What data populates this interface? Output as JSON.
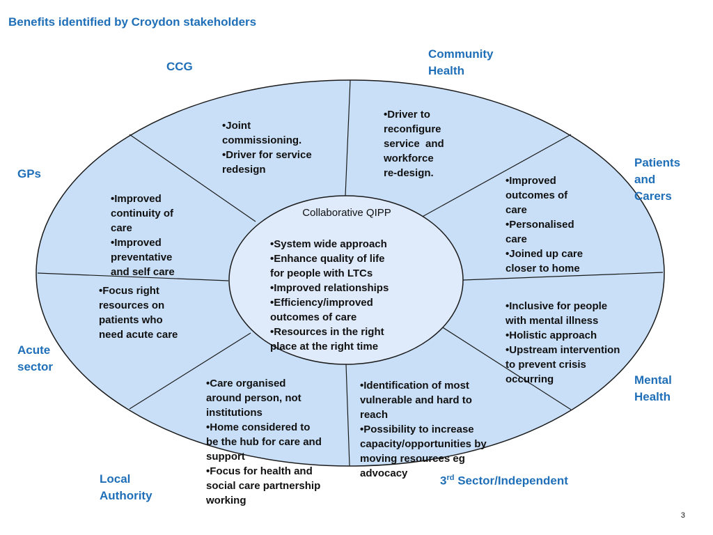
{
  "title": "Benefits identified by Croydon stakeholders",
  "stakeholders": {
    "ccg": "CCG",
    "community_health": "Community\nHealth",
    "patients_carers": "Patients\nand\nCarers",
    "gps": "GPs",
    "acute": "Acute\nsector",
    "mental_health": "Mental\nHealth",
    "local_authority": "Local\nAuthority",
    "third_sector_num": "3",
    "third_sector_sup": "rd",
    "third_sector_rest": " Sector/Independent"
  },
  "center": {
    "title": "Collaborative QIPP",
    "bullets": [
      "•System wide approach",
      "•Enhance quality of life for people with LTCs",
      "•Improved relationships",
      "•Efficiency/improved outcomes of care",
      "•Resources in the right place at the right time"
    ]
  },
  "segments": {
    "ccg": [
      "•Joint commissioning.",
      "•Driver for service redesign"
    ],
    "community_health": [
      "•Driver to reconfigure service  and workforce re-design."
    ],
    "patients_carers": [
      "•Improved outcomes of care",
      "•Personalised care",
      "•Joined up care closer to home"
    ],
    "gps": [
      "•Improved continuity of care",
      "•Improved preventative and self care"
    ],
    "acute": [
      "•Focus right resources on patients who need acute care"
    ],
    "mental_health": [
      "•Inclusive for people with mental illness",
      "•Holistic approach",
      "•Upstream intervention to prevent crisis occurring"
    ],
    "local_authority": [
      "•Care organised around person, not institutions",
      "•Home considered to be the hub for care and support",
      "•Focus for health and social care partnership working"
    ],
    "third_sector": [
      "•Identification of most vulnerable and hard to reach",
      "•Possibility to increase capacity/opportunities by moving resources eg advocacy"
    ]
  },
  "colors": {
    "outer_fill": "#c9dff7",
    "inner_fill": "#dfeafa",
    "stroke": "#1a1a1a",
    "label_blue": "#1f6fb8"
  },
  "page_number": "3"
}
